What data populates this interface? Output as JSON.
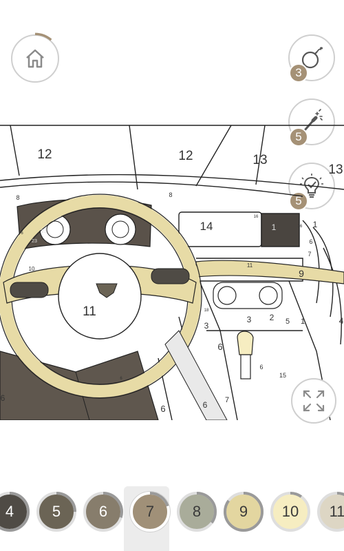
{
  "hints": {
    "bomb": {
      "count": "3",
      "icon": "bomb-icon"
    },
    "wand": {
      "count": "5",
      "icon": "magic-wand-icon"
    },
    "bulb": {
      "count": "5",
      "icon": "lightbulb-icon"
    }
  },
  "home": {
    "icon": "home-icon"
  },
  "fullscreen": {
    "icon": "expand-icon"
  },
  "canvas": {
    "region_numbers": [
      "12",
      "12",
      "13",
      "13",
      "8",
      "8",
      "14",
      "1",
      "1",
      "6",
      "7",
      "9",
      "11",
      "11",
      "10",
      "3",
      "3",
      "2",
      "5",
      "1",
      "4",
      "6",
      "6",
      "7",
      "6",
      "6",
      "15",
      "6",
      "16",
      "16",
      "18",
      "23",
      "23",
      "6",
      "6"
    ]
  },
  "palette": {
    "colors": [
      {
        "number": "4",
        "color": "#4f4b45",
        "text_color": "#ffffff",
        "progress": 0.9
      },
      {
        "number": "5",
        "color": "#6b6455",
        "text_color": "#ffffff",
        "progress": 0.25
      },
      {
        "number": "6",
        "color": "#877d6c",
        "text_color": "#ffffff",
        "progress": 0.3
      },
      {
        "number": "7",
        "color": "#a09078",
        "text_color": "#3a3a3a",
        "progress": 0.2
      },
      {
        "number": "8",
        "color": "#a9ac9a",
        "text_color": "#3a3a3a",
        "progress": 0.35
      },
      {
        "number": "9",
        "color": "#e3d6a0",
        "text_color": "#3a3a3a",
        "progress": 0.85
      },
      {
        "number": "10",
        "color": "#f6edc1",
        "text_color": "#3a3a3a",
        "progress": 0.1
      },
      {
        "number": "11",
        "color": "#ddd6c4",
        "text_color": "#3a3a3a",
        "progress": 0.2
      }
    ],
    "selected": "7"
  }
}
